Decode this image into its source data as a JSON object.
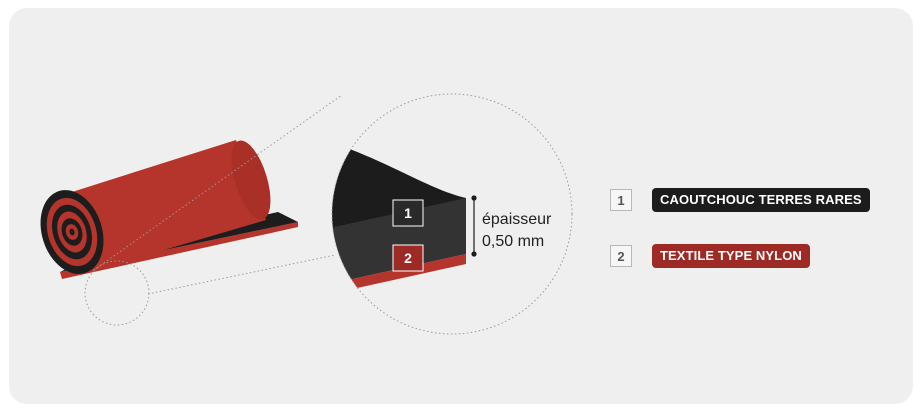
{
  "diagram": {
    "callout": {
      "thickness_label_line1": "épaisseur",
      "thickness_label_line2": "0,50 mm",
      "layer_marker_1": "1",
      "layer_marker_2": "2"
    },
    "legend": [
      {
        "number": "1",
        "label": "CAOUTCHOUC TERRES RARES",
        "color": "#1c1c1c"
      },
      {
        "number": "2",
        "label": "TEXTILE TYPE NYLON",
        "color": "#9e2a25"
      }
    ],
    "colors": {
      "rubber": "#1c1c1c",
      "textile": "#b5342b",
      "background": "#efefef"
    }
  }
}
